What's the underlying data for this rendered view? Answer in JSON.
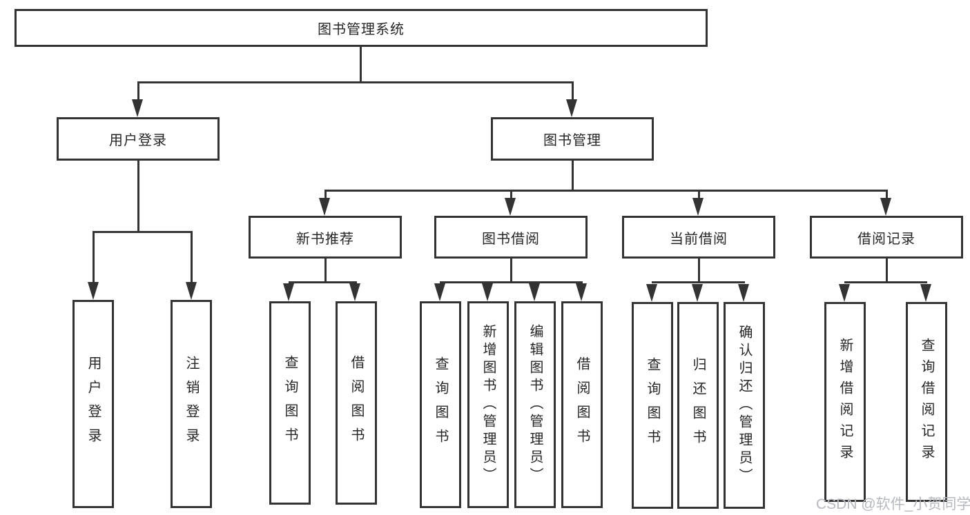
{
  "diagram": {
    "root": {
      "label": "图书管理系统"
    },
    "branches": [
      {
        "label": "用户登录",
        "children": [
          {
            "label": "用户登录"
          },
          {
            "label": "注销登录"
          }
        ]
      },
      {
        "label": "图书管理",
        "children": [
          {
            "label": "新书推荐",
            "children": [
              {
                "label": "查询图书"
              },
              {
                "label": "借阅图书"
              }
            ]
          },
          {
            "label": "图书借阅",
            "children": [
              {
                "label": "查询图书"
              },
              {
                "label": "新增图书（管理员）"
              },
              {
                "label": "编辑图书（管理员）"
              },
              {
                "label": "借阅图书"
              }
            ]
          },
          {
            "label": "当前借阅",
            "children": [
              {
                "label": "查询图书"
              },
              {
                "label": "归还图书"
              },
              {
                "label": "确认归还（管理员）"
              }
            ]
          },
          {
            "label": "借阅记录",
            "children": [
              {
                "label": "新增借阅记录"
              },
              {
                "label": "查询借阅记录"
              }
            ]
          }
        ]
      }
    ]
  },
  "watermark": {
    "text": "CSDN @软件_小贺同学"
  },
  "colors": {
    "line": "#333333",
    "text": "#262626",
    "box_background": "#ffffff",
    "page_background": "#ffffff",
    "watermark": "#b5b9bf"
  }
}
